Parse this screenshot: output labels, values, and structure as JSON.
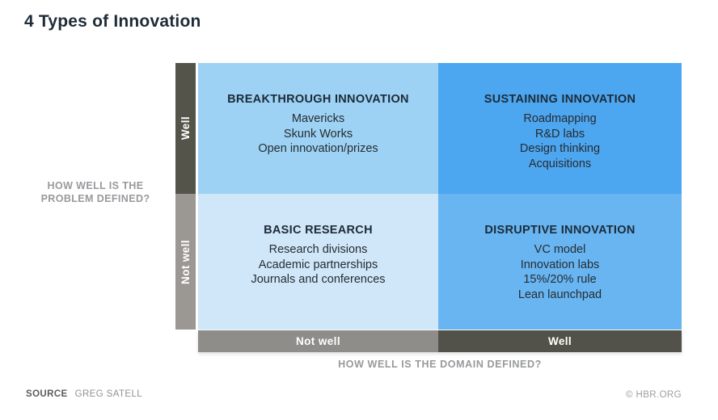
{
  "title": "4 Types of Innovation",
  "y_axis": {
    "label": "HOW WELL IS THE\nPROBLEM DEFINED?",
    "top_label": "Well",
    "bottom_label": "Not well"
  },
  "x_axis": {
    "label": "HOW WELL IS THE DOMAIN DEFINED?",
    "left_label": "Not well",
    "right_label": "Well"
  },
  "quadrants": {
    "top_left": {
      "heading": "BREAKTHROUGH INNOVATION",
      "items": [
        "Mavericks",
        "Skunk Works",
        "Open innovation/prizes"
      ]
    },
    "top_right": {
      "heading": "SUSTAINING INNOVATION",
      "items": [
        "Roadmapping",
        "R&D labs",
        "Design thinking",
        "Acquisitions"
      ]
    },
    "bottom_left": {
      "heading": "BASIC RESEARCH",
      "items": [
        "Research divisions",
        "Academic partnerships",
        "Journals and conferences"
      ]
    },
    "bottom_right": {
      "heading": "DISRUPTIVE INNOVATION",
      "items": [
        "VC model",
        "Innovation labs",
        "15%/20% rule",
        "Lean launchpad"
      ]
    }
  },
  "footer": {
    "source_label": "SOURCE",
    "source_value": "GREG SATELL",
    "credit": "© HBR.ORG"
  },
  "colors": {
    "title_text": "#1f2c38",
    "quadrant_top_left": "#9dd2f4",
    "quadrant_top_right": "#4da6f0",
    "quadrant_bottom_left": "#d0e7f9",
    "quadrant_bottom_right": "#68b5f2",
    "axis_bar_dark": "#55544b",
    "axis_bar_gray": "#9b9894",
    "bottom_bar_gray": "#8f8d89",
    "bottom_bar_dark": "#53524a",
    "axis_label_text": "#97999c"
  }
}
